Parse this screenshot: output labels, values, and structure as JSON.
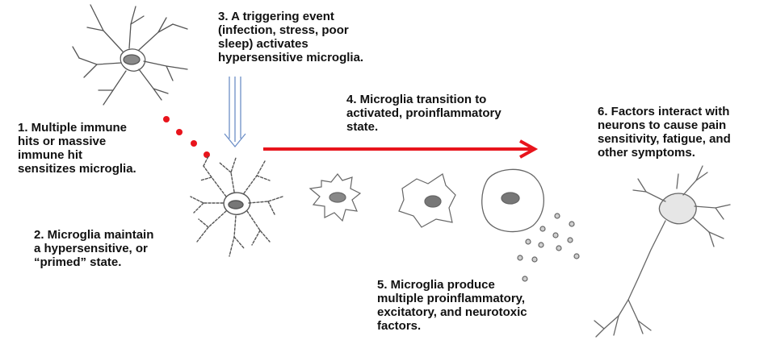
{
  "steps": {
    "step1": [
      "1. Multiple immune",
      "hits or massive",
      "immune hit",
      "sensitizes microglia."
    ],
    "step2": [
      "2. Microglia maintain",
      "a hypersensitive, or",
      "“primed” state."
    ],
    "step3": [
      "3. A triggering event",
      "(infection, stress, poor",
      "sleep) activates",
      "hypersensitive microglia."
    ],
    "step4": [
      "4. Microglia transition to",
      "activated, proinflammatory",
      "state."
    ],
    "step5": [
      "5. Microglia produce",
      "multiple proinflammatory,",
      "excitatory, and neurotoxic",
      "factors."
    ],
    "step6": [
      "6. Factors interact with",
      "neurons to cause pain",
      "sensitivity, fatigue, and",
      "other symptoms."
    ]
  },
  "colors": {
    "arrow": "#e8141c",
    "dots": "#e8141c",
    "trigger_arrows": "#6d8fc7",
    "cell_line": "#555555",
    "nucleus": "#777777"
  },
  "icons": {
    "resting_cell": "resting-microglia-icon",
    "primed_cell": "primed-microglia-icon",
    "activated_cells": "activated-microglia-icon",
    "amoeboid_cell": "amoeboid-microglia-icon",
    "neuron": "neuron-icon"
  }
}
